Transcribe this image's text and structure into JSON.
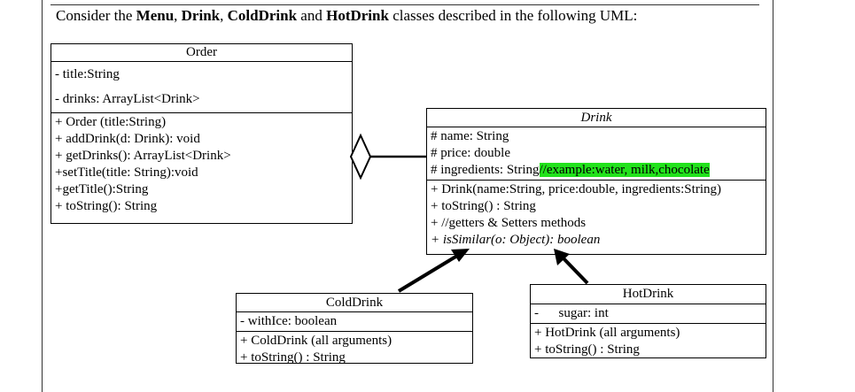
{
  "intro": {
    "prefix": "Consider the ",
    "c1": "Menu",
    "sep1": ", ",
    "c2": "Drink",
    "sep2": ", ",
    "c3": "ColdDrink",
    "sep3": " and ",
    "c4": "HotDrink",
    "suffix": " classes described in the following UML:"
  },
  "order": {
    "name": "Order",
    "attributes": [
      "- title:String",
      "- drinks: ArrayList<Drink>"
    ],
    "methods": [
      "+ Order (title:String)",
      "+ addDrink(d: Drink): void",
      "+ getDrinks(): ArrayList<Drink>",
      "+setTitle(title: String):void",
      "+getTitle():String",
      "+ toString(): String"
    ]
  },
  "drink": {
    "name": "Drink",
    "attr_name": "# name: String",
    "attr_price": "# price: double",
    "attr_ingredients": "# ingredients: String",
    "ingredients_comment": "//example:water, milk,chocolate",
    "methods": [
      "+ Drink(name:String, price:double, ingredients:String)",
      "+  toString() : String",
      "+  //getters & Setters methods"
    ],
    "abstract_method": "+ isSimilar(o: Object): boolean"
  },
  "colddrink": {
    "name": "ColdDrink",
    "attributes": [
      "- withIce: boolean"
    ],
    "methods": [
      "+ ColdDrink (all arguments)",
      "+ toString() : String"
    ]
  },
  "hotdrink": {
    "name": "HotDrink",
    "attributes": [
      "-      sugar: int"
    ],
    "methods": [
      "+  HotDrink (all arguments)",
      "+ toString() : String"
    ]
  },
  "colors": {
    "highlight": "#22e21c",
    "line": "#000000"
  }
}
